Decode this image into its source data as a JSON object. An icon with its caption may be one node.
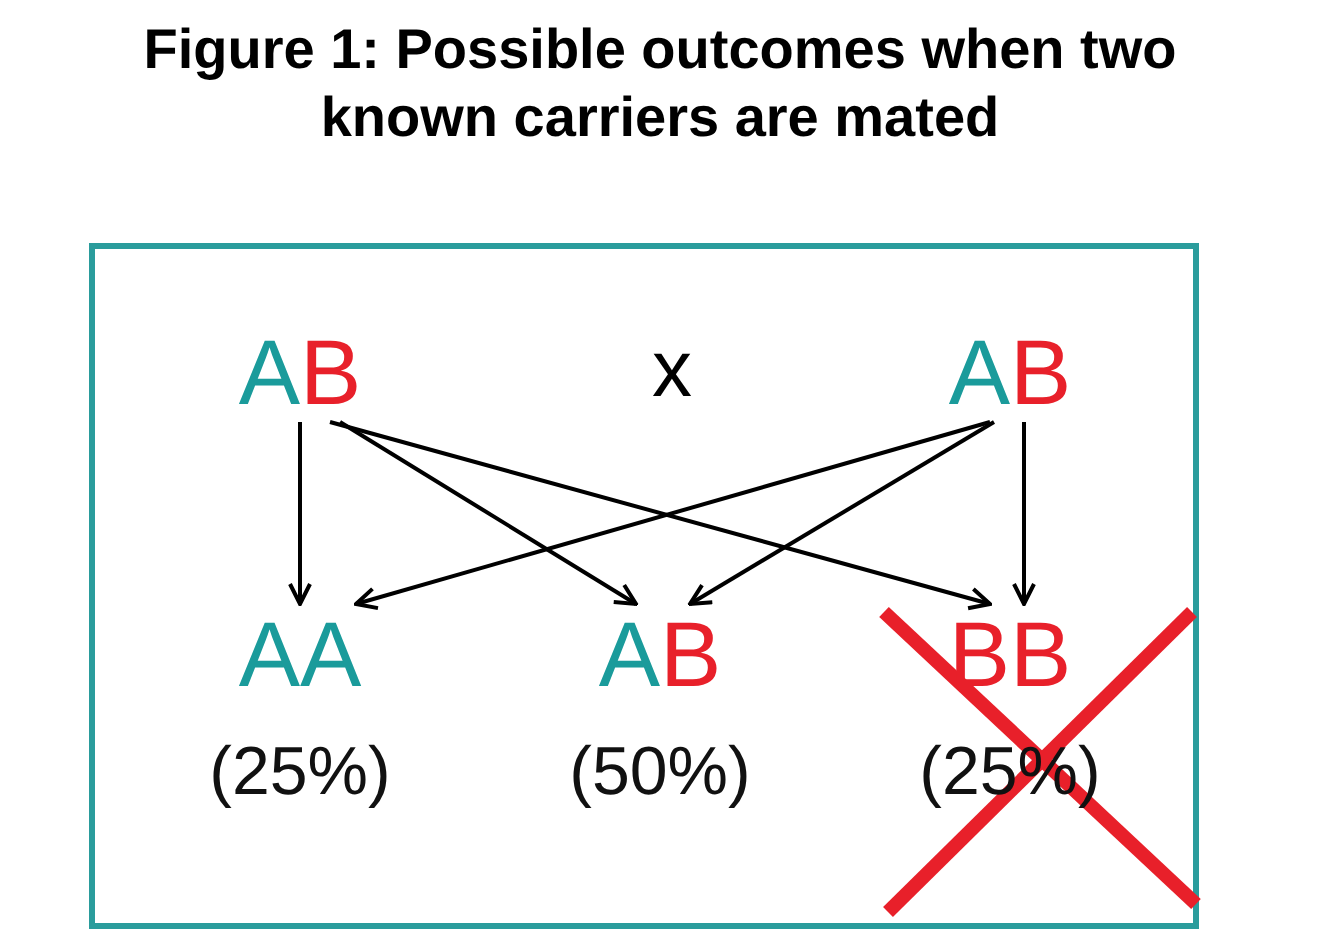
{
  "diagram": {
    "title": "Figure 1: Possible outcomes when two known carriers are mated",
    "nodes": [
      {
        "text": [
          "AB"
        ]
      },
      {
        "text": [
          "AB"
        ]
      },
      {
        "text": [
          "AA"
        ],
        "beside": [
          "(25%)"
        ]
      },
      {
        "text": [
          "AB"
        ],
        "beside": [
          "(50%)"
        ]
      },
      {
        "text": [
          "BB"
        ],
        "beside": [
          "(25%)"
        ]
      }
    ],
    "edges": [
      {
        "from": 0,
        "to": 2,
        "arrow": "to"
      },
      {
        "from": 0,
        "to": 3,
        "arrow": "to"
      },
      {
        "from": 0,
        "to": 4,
        "arrow": "to"
      },
      {
        "from": 1,
        "to": 2,
        "arrow": "to"
      },
      {
        "from": 1,
        "to": 3,
        "arrow": "to"
      },
      {
        "from": 1,
        "to": 4,
        "arrow": "to"
      }
    ],
    "labels": [
      "x"
    ]
  }
}
